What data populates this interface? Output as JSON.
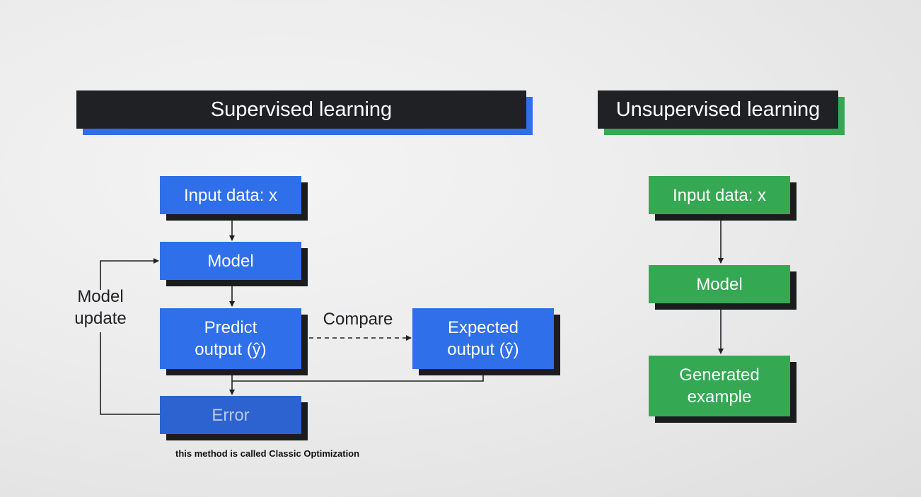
{
  "supervised": {
    "title": "Supervised learning",
    "input_box": "Input data: x",
    "model_box": "Model",
    "predict_box": "Predict\noutput (ŷ)",
    "expected_box": "Expected\noutput (ŷ)",
    "error_box": "Error",
    "compare_label": "Compare",
    "update_label": "Model\nupdate"
  },
  "unsupervised": {
    "title": "Unsupervised learning",
    "input_box": "Input data: x",
    "model_box": "Model",
    "generated_box": "Generated\nexample"
  },
  "caption": "this method is called Classic Optimization",
  "colors": {
    "header_bg": "#1f2124",
    "supervised_accent": "#2f6fea",
    "unsupervised_accent": "#34a853",
    "box_shadow": "#1b1c1e"
  }
}
